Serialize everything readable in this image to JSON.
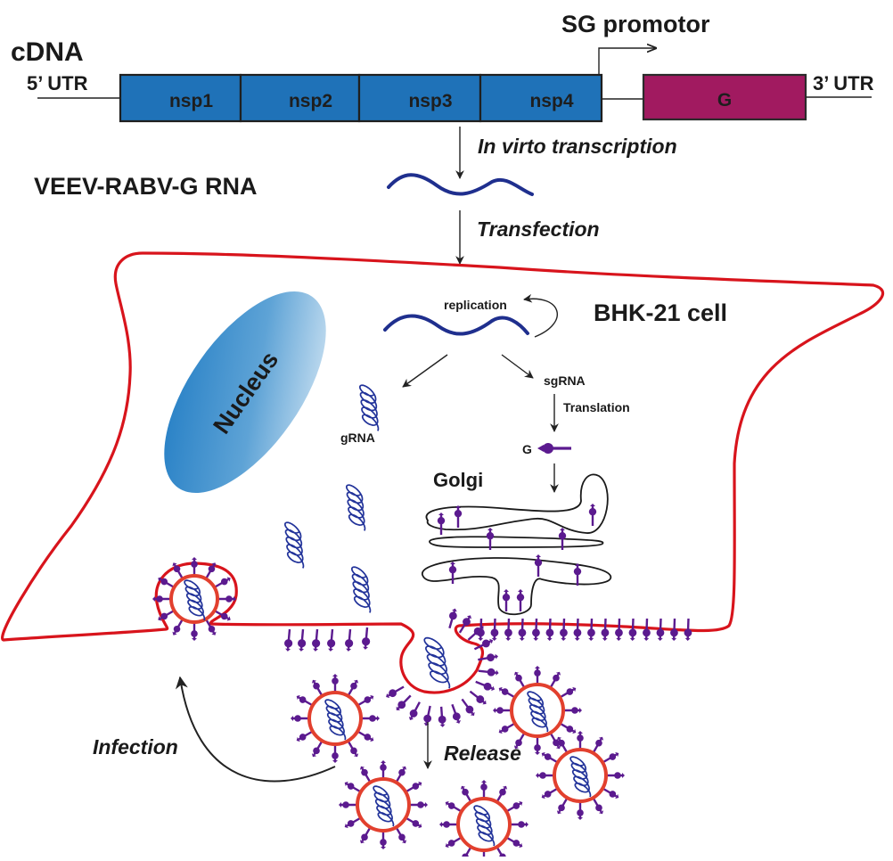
{
  "cdna": {
    "title": "cDNA",
    "utr5": "5’ UTR",
    "utr3": "3’ UTR",
    "promoter": "SG promotor",
    "genes": [
      {
        "label": "nsp1",
        "color": "#1f72b8"
      },
      {
        "label": "nsp2",
        "color": "#1f72b8"
      },
      {
        "label": "nsp3",
        "color": "#1f72b8"
      },
      {
        "label": "nsp4",
        "color": "#1f72b8"
      }
    ],
    "g_gene": {
      "label": "G",
      "color": "#a11a60"
    }
  },
  "steps": {
    "transcription": "In virto transcription",
    "rna_label": "VEEV-RABV-G RNA",
    "transfection": "Transfection"
  },
  "cell": {
    "title": "BHK-21 cell",
    "nucleus": "Nucleus",
    "replication": "replication",
    "grna": "gRNA",
    "sgrna": "sgRNA",
    "translation": "Translation",
    "g_protein": "G",
    "golgi": "Golgi"
  },
  "outside": {
    "release": "Release",
    "infection": "Infection"
  },
  "colors": {
    "membrane": "#d8141c",
    "envelope": "#e2402e",
    "spike": "#5b1a8f",
    "rna": "#1f2f8e",
    "nucleus_dark": "#1a78c2",
    "nucleus_light": "#e3eff8"
  }
}
